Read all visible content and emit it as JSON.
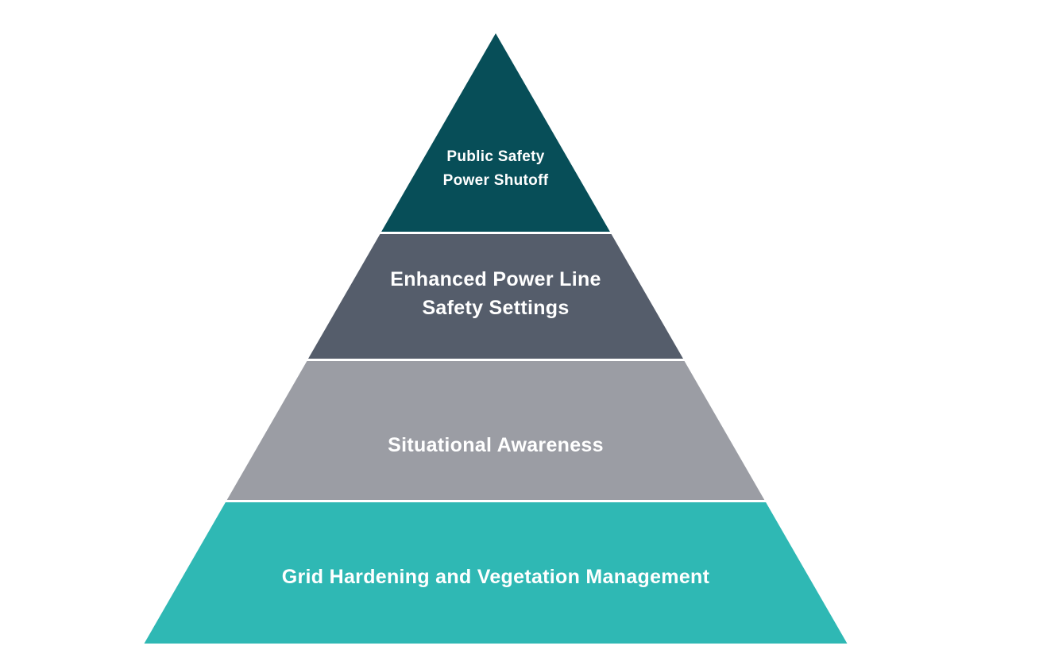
{
  "pyramid": {
    "background_color": "#FFFFFF",
    "text_color": "#FFFFFF",
    "tiers": [
      {
        "name": "tier-1-top",
        "color": "#074E58",
        "lines": [
          "Public Safety",
          "Power Shutoff"
        ]
      },
      {
        "name": "tier-2",
        "color": "#555D6B",
        "lines": [
          "Enhanced Power Line",
          "Safety Settings"
        ]
      },
      {
        "name": "tier-3",
        "color": "#9B9DA4",
        "lines": [
          "Situational Awareness"
        ]
      },
      {
        "name": "tier-4-base",
        "color": "#2FB8B4",
        "lines": [
          "Grid Hardening and Vegetation Management"
        ]
      }
    ]
  }
}
